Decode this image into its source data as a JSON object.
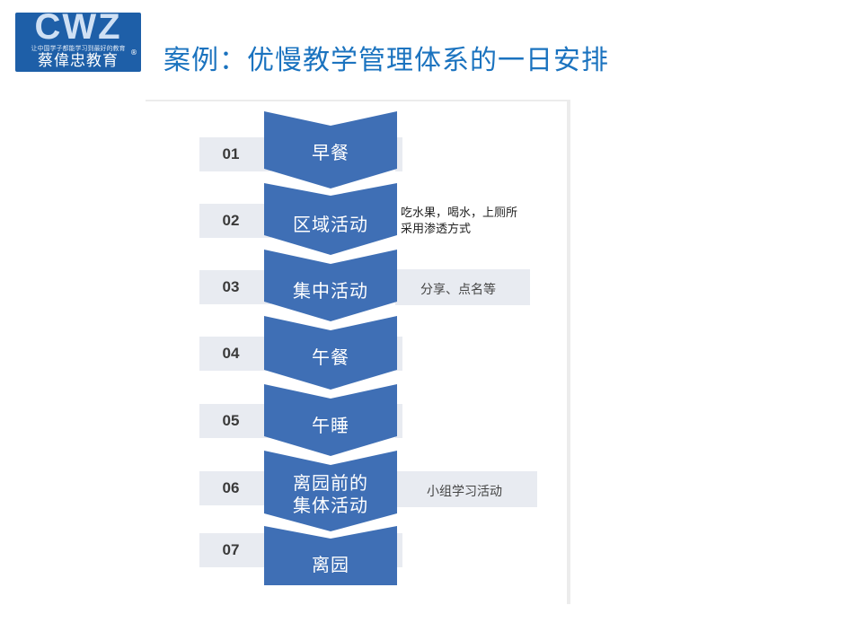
{
  "logo": {
    "mark": "CWZ",
    "tagline": "让中国学子都能学习到最好的教育",
    "name": "蔡偉忠教育",
    "registered": "®"
  },
  "title": "案例：优慢教学管理体系的一日安排",
  "steps": [
    {
      "num": "01",
      "label": "早餐"
    },
    {
      "num": "02",
      "label": "区域活动"
    },
    {
      "num": "03",
      "label": "集中活动"
    },
    {
      "num": "04",
      "label": "午餐"
    },
    {
      "num": "05",
      "label": "午睡"
    },
    {
      "num": "06",
      "label_line1": "离园前的",
      "label_line2": "集体活动"
    },
    {
      "num": "07",
      "label": "离园"
    }
  ],
  "notes": {
    "step02_line1": "吃水果，喝水，上厕所",
    "step02_line2": "采用渗透方式",
    "step03": "分享、点名等",
    "step06": "小组学习活动"
  },
  "colors": {
    "brand_blue": "#1e5fa8",
    "title_blue": "#1b73bf",
    "arrow_blue": "#3f6fb5",
    "number_box": "#e8ebf1"
  }
}
